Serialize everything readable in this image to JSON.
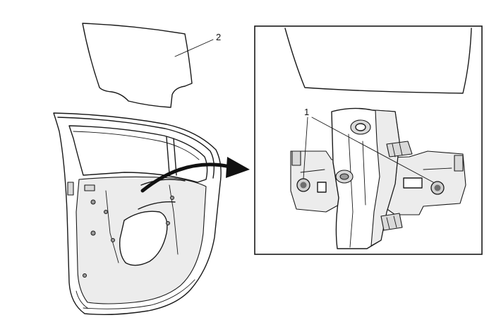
{
  "callouts": [
    {
      "id": "1",
      "label": "1"
    },
    {
      "id": "2",
      "label": "2"
    }
  ],
  "icons": [
    "window-glass-icon",
    "door-frame-icon",
    "detail-arrow-icon",
    "regulator-bolt-icon"
  ],
  "colors": {
    "line": "#1a1a1a",
    "background": "#ffffff",
    "shade": "#d9d9d9"
  }
}
